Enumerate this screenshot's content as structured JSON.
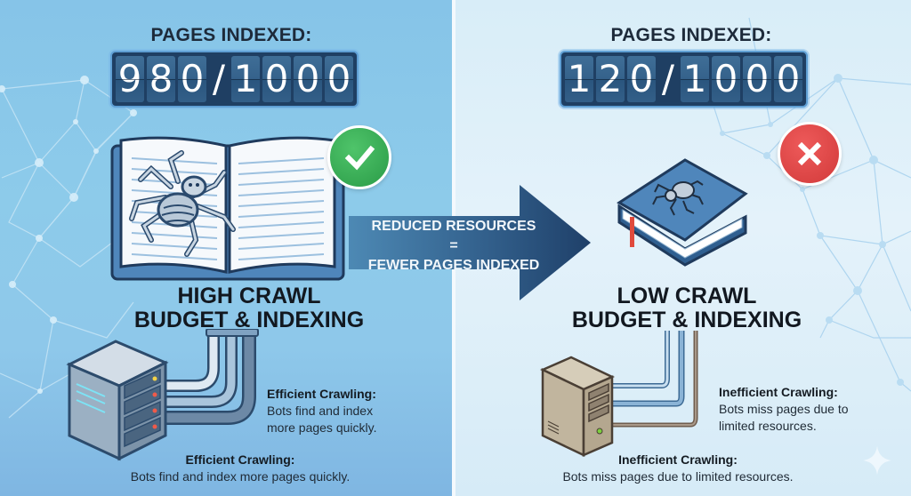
{
  "left": {
    "counter_label": "PAGES INDEXED:",
    "counter": {
      "digits": [
        "9",
        "8",
        "0"
      ],
      "separator": "/",
      "total_digits": [
        "1",
        "0",
        "0",
        "0"
      ],
      "value": "980/1000"
    },
    "status_icon": "checkmark-icon",
    "status_color": "#2e9e4b",
    "title_line1": "HIGH CRAWL",
    "title_line2": "BUDGET & INDEXING",
    "illustration": "open-book-with-spider",
    "server": "rack-server-with-four-pipes",
    "side_caption": {
      "heading": "Efficient Crawling:",
      "line1": "Bots find and index",
      "line2": "more pages quickly."
    },
    "bottom_caption": {
      "heading": "Efficient Crawling:",
      "body": "Bots find and index more pages quickly."
    }
  },
  "arrow": {
    "line1": "REDUCED RESOURCES",
    "line2": "=",
    "line3": "FEWER PAGES INDEXED",
    "color": "#2d5a82"
  },
  "right": {
    "counter_label": "PAGES INDEXED:",
    "counter": {
      "digits": [
        "1",
        "2",
        "0"
      ],
      "separator": "/",
      "total_digits": [
        "1",
        "0",
        "0",
        "0"
      ],
      "value": "120/1000"
    },
    "status_icon": "cross-icon",
    "status_color": "#d9403f",
    "title_line1": "LOW CRAWL",
    "title_line2": "BUDGET & INDEXING",
    "illustration": "closed-book-with-spider",
    "server": "old-tower-server-with-three-pipes",
    "side_caption": {
      "heading": "Inefficient Crawling:",
      "line1": "Bots miss pages due to",
      "line2": "limited resources."
    },
    "bottom_caption": {
      "heading": "Inefficient Crawling:",
      "body": "Bots miss pages due to limited resources."
    }
  },
  "decorations": {
    "corner_icon": "sparkle-icon"
  }
}
